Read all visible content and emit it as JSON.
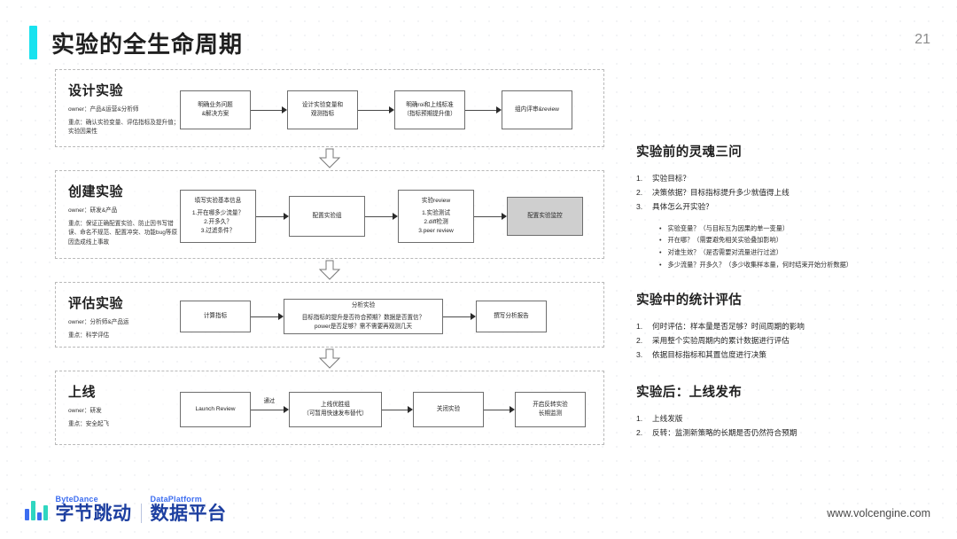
{
  "header": {
    "title": "实验的全生命周期",
    "page_number": "21",
    "accent_color": "#18e2ef"
  },
  "flow": {
    "stages": [
      {
        "name": "设计实验",
        "owner": "owner：产品&运营&分析师",
        "focus": "重点：确认实验变量、评估指标及提升值；实验因果性",
        "nodes": [
          {
            "main": "明确业务问题\n&解决方案",
            "sub": "",
            "filled": false
          },
          {
            "main": "设计实验变量和\n观测指标",
            "sub": "",
            "filled": false
          },
          {
            "main": "明确roi和上线标准\n（指标预期提升值）",
            "sub": "",
            "filled": false
          },
          {
            "main": "组内评审&review",
            "sub": "",
            "filled": false
          }
        ],
        "connector_labels": [
          "",
          "",
          ""
        ]
      },
      {
        "name": "创建实验",
        "owner": "owner：研发&产品",
        "focus": "重点：保证正确配置实验、防止因书写错误、命名不规范、配置冲突、功能bug等原因造成线上事故",
        "nodes": [
          {
            "main": "填写实验基本信息",
            "sub": "1.开在哪多少流量？\n2.开多久？\n3.过滤条件？",
            "filled": false
          },
          {
            "main": "配置实验组",
            "sub": "",
            "filled": false
          },
          {
            "main": "实验review",
            "sub": "1.实验测试\n2.diff检测\n3.peer review",
            "filled": false
          },
          {
            "main": "配置实验监控",
            "sub": "",
            "filled": true
          }
        ],
        "connector_labels": [
          "",
          "",
          ""
        ]
      },
      {
        "name": "评估实验",
        "owner": "owner：分析师&产品运",
        "focus": "重点：科学评估",
        "nodes": [
          {
            "main": "计算指标",
            "sub": "",
            "filled": false
          },
          {
            "main": "分析实验",
            "sub": "目标指标的提升是否符合预期？数据是否置信？\npower是否足够？需不需要再观测几天",
            "filled": false
          },
          {
            "main": "撰写分析报告",
            "sub": "",
            "filled": false
          }
        ],
        "connector_labels": [
          "",
          ""
        ]
      },
      {
        "name": "上线",
        "owner": "owner：研发",
        "focus": "重点：安全起飞",
        "nodes": [
          {
            "main": "Launch Review",
            "sub": "",
            "filled": false
          },
          {
            "main": "上线优胜组\n（可暂用快速发布替代）",
            "sub": "",
            "filled": false
          },
          {
            "main": "关闭实验",
            "sub": "",
            "filled": false
          },
          {
            "main": "开启反转实验\n长期监测",
            "sub": "",
            "filled": false
          }
        ],
        "connector_labels": [
          "通过",
          "",
          ""
        ]
      }
    ]
  },
  "right_panel": {
    "blocks": [
      {
        "title": "实验前的灵魂三问",
        "items": [
          {
            "idx": "1.",
            "text": "实验目标？"
          },
          {
            "idx": "2.",
            "text": "决策依据？目标指标提升多少就值得上线"
          },
          {
            "idx": "3.",
            "text": "具体怎么开实验？"
          }
        ],
        "subitems": [
          "实验变量？（与目标互为因果的单一变量）",
          "开在哪？（需要避免相关实验叠加影响）",
          "对谁生效？（是否需要对流量进行过滤）",
          "多少流量？开多久？（多少收集样本量，何时结束开始分析数据）"
        ]
      },
      {
        "title": "实验中的统计评估",
        "items": [
          {
            "idx": "1.",
            "text": "何时评估：样本量是否足够？时间周期的影响"
          },
          {
            "idx": "2.",
            "text": "采用整个实验周期内的累计数据进行评估"
          },
          {
            "idx": "3.",
            "text": "依据目标指标和其置信度进行决策"
          }
        ],
        "subitems": []
      },
      {
        "title": "实验后：上线发布",
        "items": [
          {
            "idx": "1.",
            "text": "上线发版"
          },
          {
            "idx": "2.",
            "text": "反转：监测新策略的长期是否仍然符合预期"
          }
        ],
        "subitems": []
      }
    ]
  },
  "footer": {
    "logo_en_1": "ByteDance",
    "logo_cn_1": "字节跳动",
    "logo_en_2": "DataPlatform",
    "logo_cn_2": "数据平台",
    "url": "www.volcengine.com"
  }
}
